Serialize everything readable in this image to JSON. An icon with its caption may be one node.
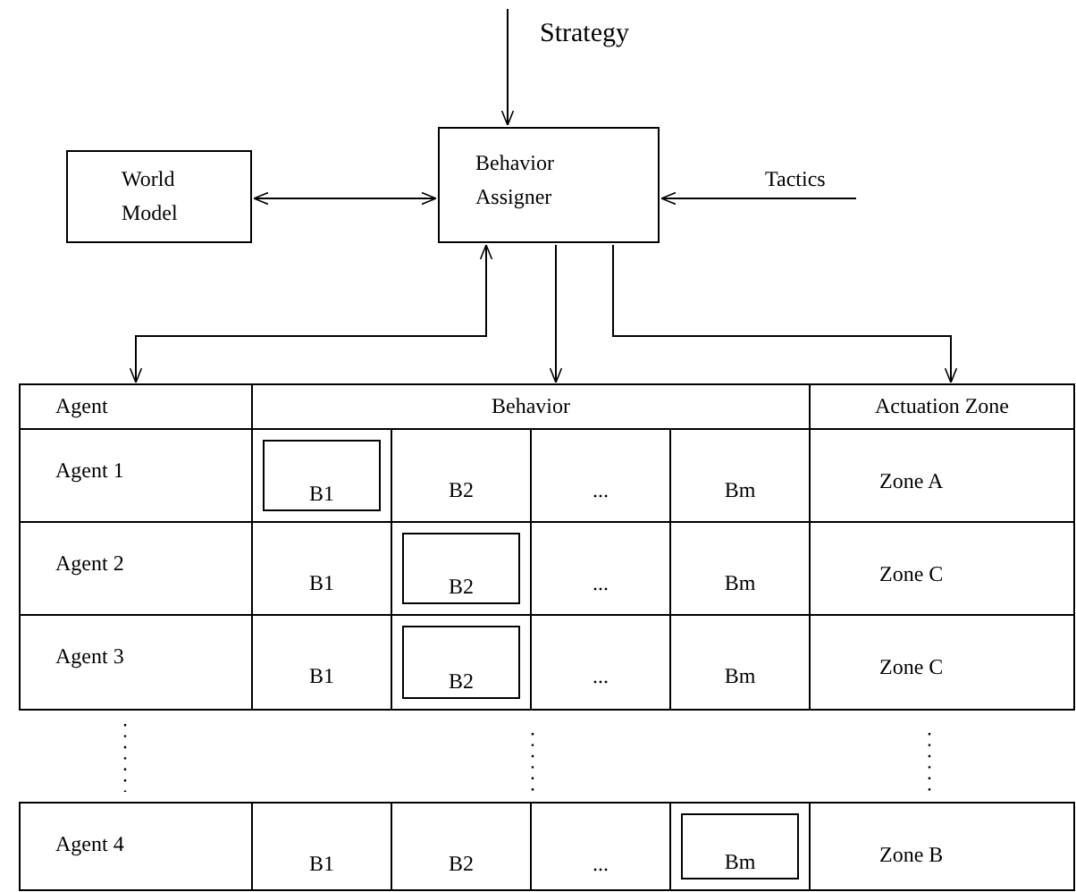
{
  "diagram": {
    "nodes": [
      {
        "text": [
          "World Model"
        ]
      },
      {
        "text": [
          "Behavior Assigner"
        ]
      },
      {
        "text": [
          "Agent"
        ]
      },
      {
        "text": [
          "Behavior"
        ]
      },
      {
        "text": [
          "Actuation Zone"
        ]
      },
      {
        "text": [
          "B1"
        ]
      },
      {
        "text": [
          "B2"
        ]
      },
      {
        "text": [
          "B2"
        ]
      },
      {
        "text": [
          "Bm"
        ]
      }
    ],
    "edges": [
      {
        "from": null,
        "to": 1,
        "arrow": "to",
        "label": "Strategy"
      },
      {
        "from": 0,
        "to": 1,
        "arrow": "both"
      },
      {
        "from": null,
        "to": 1,
        "arrow": "to",
        "label": "Tactics"
      },
      {
        "from": 1,
        "to": 2,
        "arrow": "both"
      },
      {
        "from": 1,
        "to": 3,
        "arrow": "to"
      },
      {
        "from": 1,
        "to": 4,
        "arrow": "to"
      }
    ],
    "labels": [
      "Agent 1",
      "B2",
      "...",
      "Bm",
      "Zone A",
      "Agent 2",
      "B1",
      "...",
      "Bm",
      "Zone C",
      "Agent 3",
      "B1",
      "...",
      "Bm",
      "Zone C",
      "Agent 4",
      "B1",
      "B2",
      "...",
      "Zone B"
    ]
  }
}
